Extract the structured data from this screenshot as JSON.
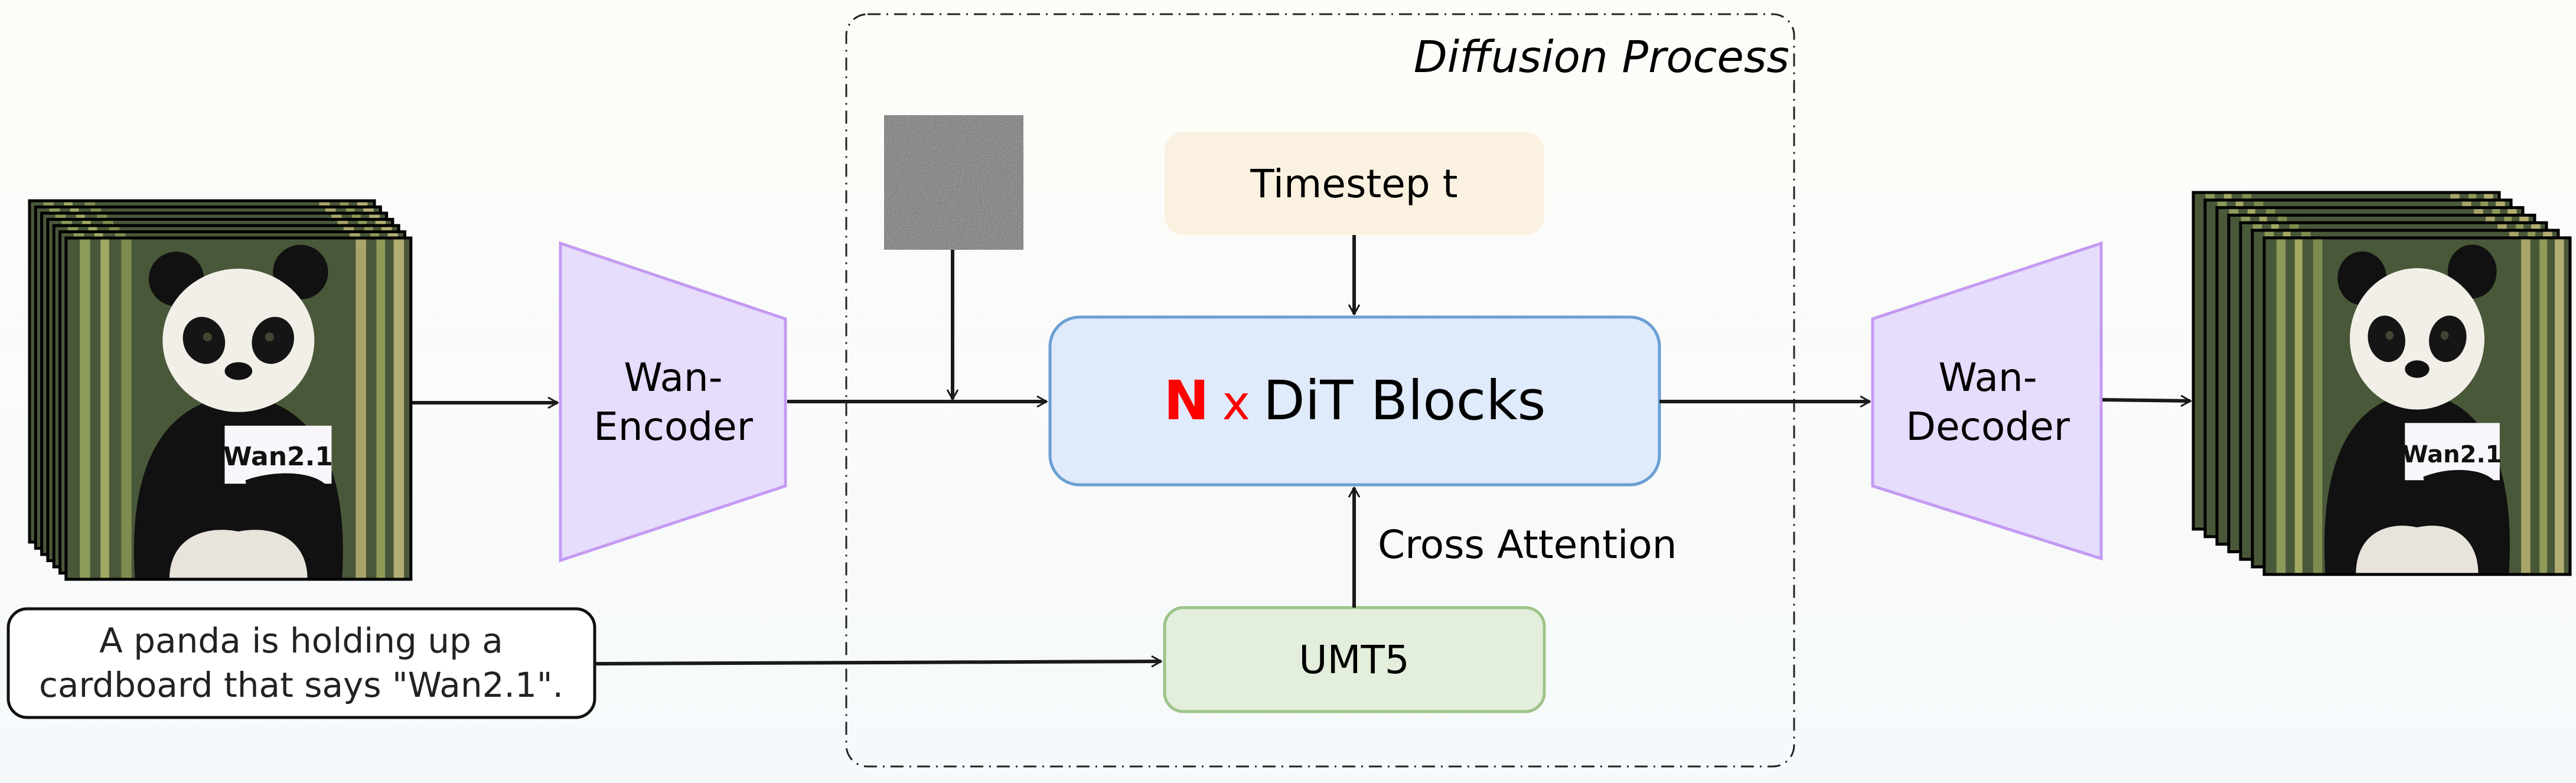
{
  "diagram": {
    "diffusion_label": "Diffusion Process",
    "timestep_label": "Timestep t",
    "dit": {
      "count_symbol": "N",
      "times_symbol": "x",
      "label": "DiT Blocks"
    },
    "cross_attention_label": "Cross Attention",
    "text_encoder_label": "UMT5",
    "encoder_label": [
      "Wan-",
      "Encoder"
    ],
    "decoder_label": [
      "Wan-",
      "Decoder"
    ],
    "prompt_lines": [
      "A panda is holding up a",
      "cardboard that says \"Wan2.1\"."
    ],
    "input_video": {
      "sign_text": "Wan2.1",
      "frames": 7
    },
    "output_video": {
      "sign_text": "Wan2.1",
      "frames": 7
    },
    "noise_icon": "gaussian-noise-image"
  },
  "colors": {
    "timestep_fill": "#faf1e0",
    "dit_fill": "#dfeafa",
    "dit_border": "#6a9fd4",
    "umt5_fill": "#e3efdc",
    "umt5_border": "#9cc487",
    "vae_fill": "#e6dcfc",
    "vae_border": "#c49af2",
    "highlight": "#ff0000"
  }
}
